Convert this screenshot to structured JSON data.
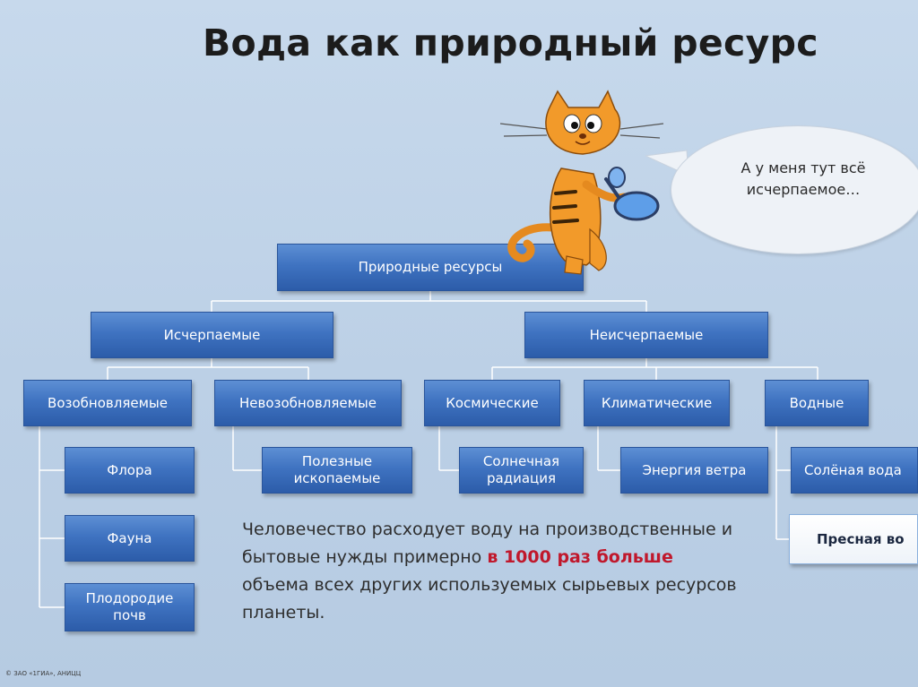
{
  "title": "Вода как природный ресурс",
  "speech_bubble": "А у меня тут всё исчерпаемое…",
  "nodes": {
    "root": "Природные ресурсы",
    "exhaustible": "Исчерпаемые",
    "inexhaustible": "Неисчерпаемые",
    "renewable": "Возобновляемые",
    "nonrenewable": "Невозобновляемые",
    "space": "Космические",
    "climatic": "Климатические",
    "water": "Водные",
    "flora": "Флора",
    "fauna": "Фауна",
    "soil_fertility": "Плодородие почв",
    "minerals": "Полезные ископаемые",
    "solar_radiation": "Солнечная радиация",
    "wind_energy": "Энергия ветра",
    "salt_water": "Солёная вода",
    "fresh_water": "Пресная во"
  },
  "fact": {
    "part1": "Человечество расходует воду на производственные и бытовые нужды примерно ",
    "highlight": "в 1000 раз больше",
    "part2": " объема всех других используемых сырьевых ресурсов планеты."
  },
  "footer": "© ЗАО «1ГИА», АНИЦЦ",
  "colors": {
    "box_top": "#5d8fd4",
    "box_bottom": "#2c5ca9",
    "highlight": "#c0182c",
    "background": "#bfd3e8",
    "cat": "#f29a2a"
  }
}
